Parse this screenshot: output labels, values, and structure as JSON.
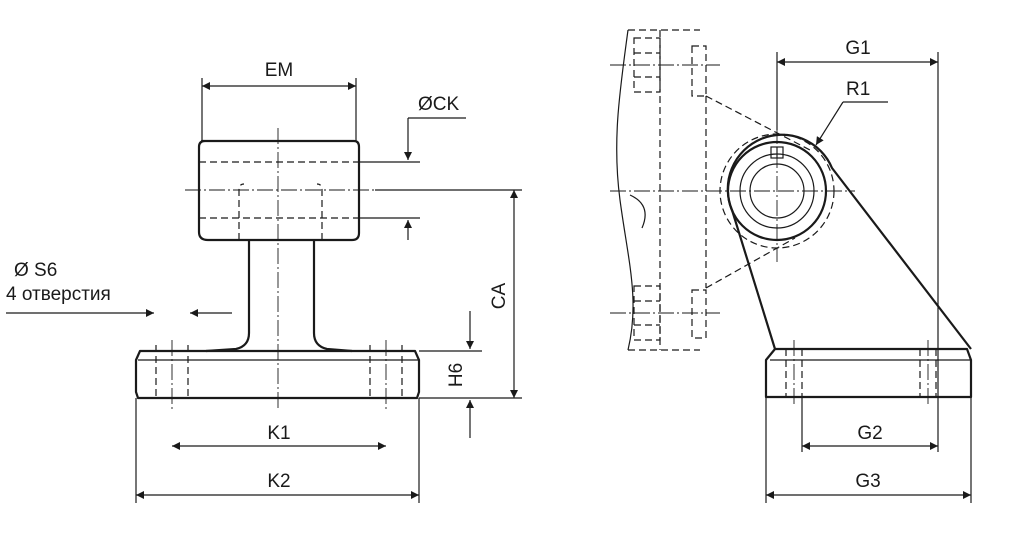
{
  "labels": {
    "em": "EM",
    "ck": "ØCK",
    "s6": "Ø S6",
    "holes": "4 отверстия",
    "ca": "CA",
    "h6": "H6",
    "k1": "K1",
    "k2": "K2",
    "g1": "G1",
    "r1": "R1",
    "g2": "G2",
    "g3": "G3"
  }
}
